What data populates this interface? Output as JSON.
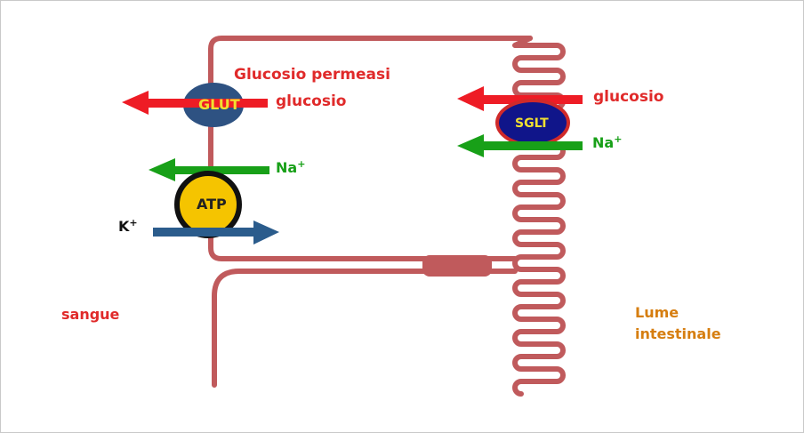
{
  "labels": {
    "glucosio_permeasi": "Glucosio permeasi",
    "glut": "GLUT",
    "glucosio_left": "glucosio",
    "na_left": "Na",
    "na_right": "Na",
    "plus": "+",
    "atp": "ATP",
    "k": "K",
    "sglt": "SGLT",
    "glucosio_right": "glucosio",
    "sangue": "sangue",
    "lume_line1": "Lume",
    "lume_line2": "intestinale"
  },
  "colors": {
    "membrane": "#c05a5c",
    "red_arrow": "#ee1c25",
    "green_arrow": "#18a018",
    "blue_arrow": "#2b5c8c",
    "glut_fill": "#2e5282",
    "glut_text": "#f0e030",
    "atp_fill": "#f5c400",
    "sglt_fill": "#10158a",
    "sglt_border": "#d02a2a",
    "red_text": "#e02a2a",
    "green_text": "#18a018",
    "orange_text": "#d67e10"
  }
}
